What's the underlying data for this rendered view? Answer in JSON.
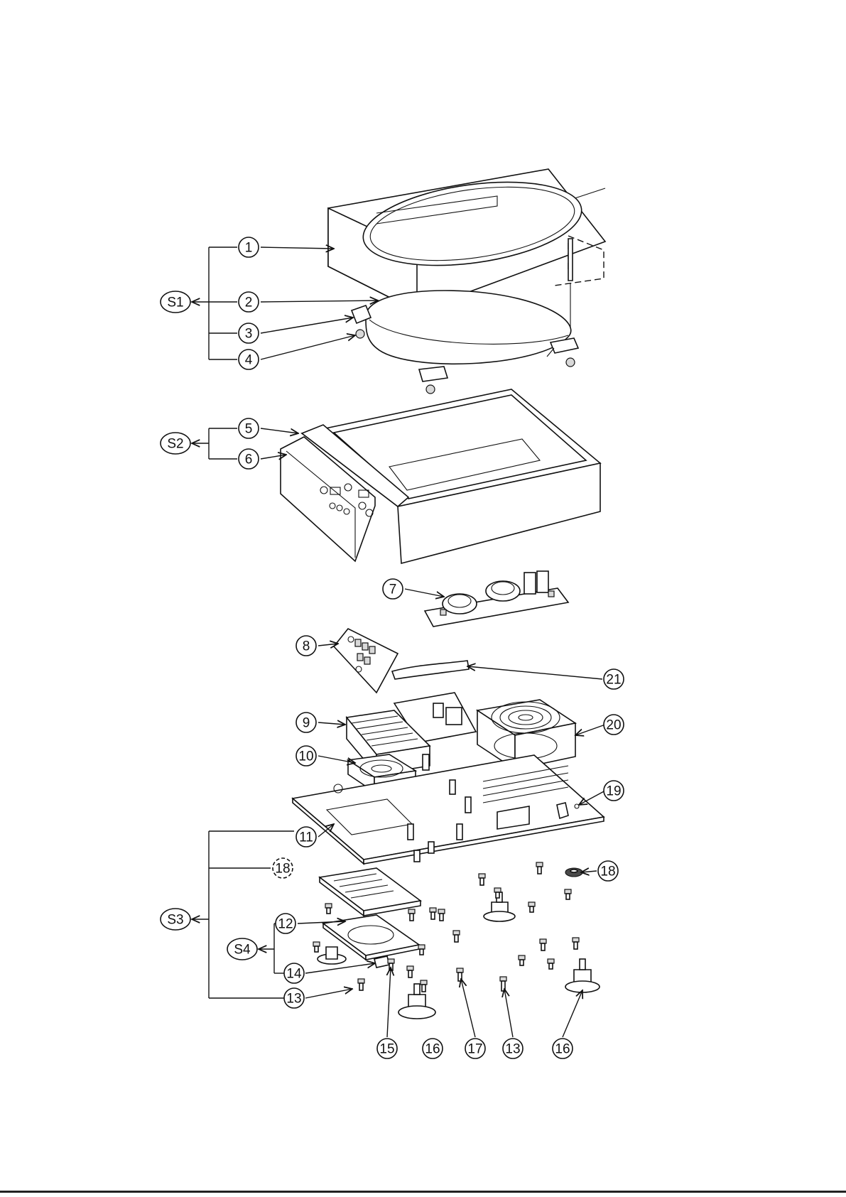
{
  "callouts": [
    {
      "id": "c1",
      "label": "1"
    },
    {
      "id": "c2",
      "label": "2"
    },
    {
      "id": "c3",
      "label": "3"
    },
    {
      "id": "c4",
      "label": "4"
    },
    {
      "id": "c5",
      "label": "5"
    },
    {
      "id": "c6",
      "label": "6"
    },
    {
      "id": "c7",
      "label": "7"
    },
    {
      "id": "c8",
      "label": "8"
    },
    {
      "id": "c9",
      "label": "9"
    },
    {
      "id": "c10",
      "label": "10"
    },
    {
      "id": "c11",
      "label": "11"
    },
    {
      "id": "c12",
      "label": "12"
    },
    {
      "id": "c13a",
      "label": "13"
    },
    {
      "id": "c13b",
      "label": "13"
    },
    {
      "id": "c14",
      "label": "14"
    },
    {
      "id": "c15",
      "label": "15"
    },
    {
      "id": "c16a",
      "label": "16"
    },
    {
      "id": "c16b",
      "label": "16"
    },
    {
      "id": "c17",
      "label": "17"
    },
    {
      "id": "c18a",
      "label": "18"
    },
    {
      "id": "c18b",
      "label": "18"
    },
    {
      "id": "c19",
      "label": "19"
    },
    {
      "id": "c20",
      "label": "20"
    },
    {
      "id": "c21",
      "label": "21"
    }
  ],
  "assemblies": [
    {
      "id": "s1",
      "label": "S1"
    },
    {
      "id": "s2",
      "label": "S2"
    },
    {
      "id": "s3",
      "label": "S3"
    },
    {
      "id": "s4",
      "label": "S4"
    }
  ]
}
